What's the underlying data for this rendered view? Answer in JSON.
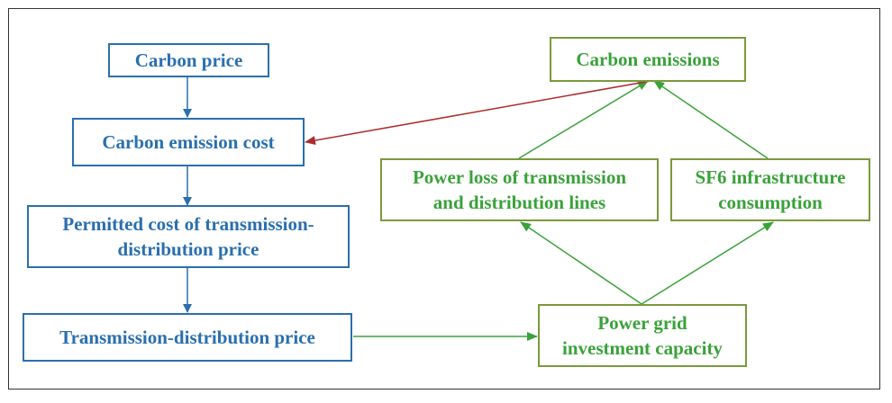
{
  "colors": {
    "blue": "#2a6fae",
    "green": "#3aa23a",
    "red": "#b02a2a",
    "green_border": "#7a9a3c"
  },
  "nodes": {
    "carbon_price": {
      "lines": [
        "Carbon price"
      ]
    },
    "carbon_emission_cost": {
      "lines": [
        "Carbon emission cost"
      ]
    },
    "permitted_cost": {
      "lines": [
        "Permitted cost of transmission-",
        "distribution price"
      ]
    },
    "td_price": {
      "lines": [
        "Transmission-distribution price"
      ]
    },
    "grid_investment": {
      "lines": [
        "Power grid",
        "investment capacity"
      ]
    },
    "power_loss": {
      "lines": [
        "Power loss of transmission",
        "and distribution lines"
      ]
    },
    "sf6": {
      "lines": [
        "SF6 infrastructure",
        "consumption"
      ]
    },
    "carbon_emissions": {
      "lines": [
        "Carbon emissions"
      ]
    }
  }
}
